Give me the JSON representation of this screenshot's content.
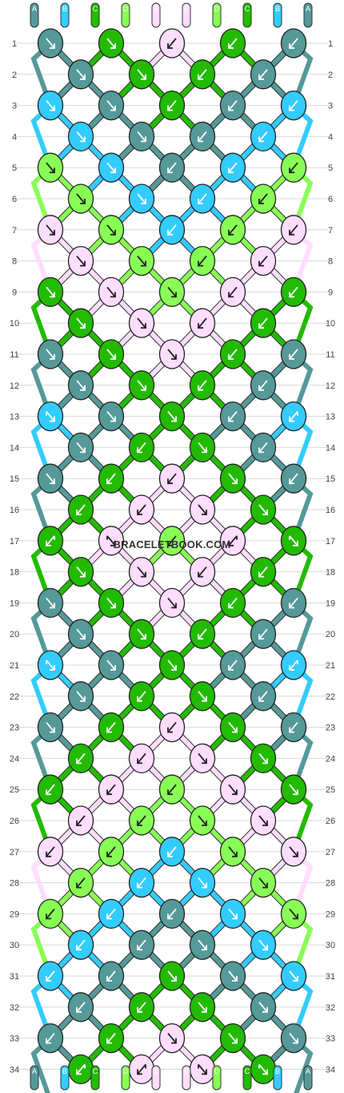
{
  "colors": {
    "A": "#559999",
    "B": "#33ccff",
    "C": "#22bb00",
    "D": "#88ff55",
    "E": "#ffddff"
  },
  "top_strands": [
    "A",
    "B",
    "C",
    "D",
    "E",
    "E",
    "D",
    "C",
    "B",
    "A"
  ],
  "bottom_strands": [
    "A",
    "B",
    "C",
    "D",
    "E",
    "E",
    "D",
    "C",
    "B",
    "A"
  ],
  "rows": [
    {
      "n": "1",
      "knots": [
        [
          "A",
          "r"
        ],
        [
          "C",
          "r"
        ],
        [
          "E",
          "l"
        ],
        [
          "C",
          "l"
        ],
        [
          "A",
          "l"
        ]
      ]
    },
    {
      "n": "2",
      "knots": [
        [
          "A",
          "r"
        ],
        [
          "C",
          "r"
        ],
        [
          "C",
          "l"
        ],
        [
          "A",
          "l"
        ]
      ]
    },
    {
      "n": "3",
      "knots": [
        [
          "B",
          "r"
        ],
        [
          "A",
          "r"
        ],
        [
          "C",
          "l"
        ],
        [
          "A",
          "l"
        ],
        [
          "B",
          "l"
        ]
      ]
    },
    {
      "n": "4",
      "knots": [
        [
          "B",
          "r"
        ],
        [
          "A",
          "r"
        ],
        [
          "A",
          "l"
        ],
        [
          "B",
          "l"
        ]
      ]
    },
    {
      "n": "5",
      "knots": [
        [
          "D",
          "r"
        ],
        [
          "B",
          "r"
        ],
        [
          "A",
          "l"
        ],
        [
          "B",
          "l"
        ],
        [
          "D",
          "l"
        ]
      ]
    },
    {
      "n": "6",
      "knots": [
        [
          "D",
          "r"
        ],
        [
          "B",
          "r"
        ],
        [
          "B",
          "l"
        ],
        [
          "D",
          "l"
        ]
      ]
    },
    {
      "n": "7",
      "knots": [
        [
          "E",
          "r"
        ],
        [
          "D",
          "r"
        ],
        [
          "B",
          "l"
        ],
        [
          "D",
          "l"
        ],
        [
          "E",
          "l"
        ]
      ]
    },
    {
      "n": "8",
      "knots": [
        [
          "E",
          "r"
        ],
        [
          "D",
          "r"
        ],
        [
          "D",
          "l"
        ],
        [
          "E",
          "l"
        ]
      ]
    },
    {
      "n": "9",
      "knots": [
        [
          "C",
          "r"
        ],
        [
          "E",
          "r"
        ],
        [
          "D",
          "r"
        ],
        [
          "E",
          "l"
        ],
        [
          "C",
          "l"
        ]
      ]
    },
    {
      "n": "10",
      "knots": [
        [
          "C",
          "r"
        ],
        [
          "E",
          "r"
        ],
        [
          "E",
          "l"
        ],
        [
          "C",
          "l"
        ]
      ]
    },
    {
      "n": "11",
      "knots": [
        [
          "A",
          "r"
        ],
        [
          "C",
          "r"
        ],
        [
          "E",
          "r"
        ],
        [
          "C",
          "l"
        ],
        [
          "A",
          "l"
        ]
      ]
    },
    {
      "n": "12",
      "knots": [
        [
          "A",
          "r"
        ],
        [
          "C",
          "r"
        ],
        [
          "C",
          "l"
        ],
        [
          "A",
          "l"
        ]
      ]
    },
    {
      "n": "13",
      "knots": [
        [
          "B",
          "rb"
        ],
        [
          "A",
          "r"
        ],
        [
          "C",
          "r"
        ],
        [
          "A",
          "l"
        ],
        [
          "B",
          "lb"
        ]
      ]
    },
    {
      "n": "14",
      "knots": [
        [
          "A",
          "r"
        ],
        [
          "C",
          "l"
        ],
        [
          "C",
          "r"
        ],
        [
          "A",
          "l"
        ]
      ]
    },
    {
      "n": "15",
      "knots": [
        [
          "A",
          "r"
        ],
        [
          "C",
          "l"
        ],
        [
          "E",
          "l"
        ],
        [
          "C",
          "r"
        ],
        [
          "A",
          "l"
        ]
      ]
    },
    {
      "n": "16",
      "knots": [
        [
          "C",
          "l"
        ],
        [
          "E",
          "l"
        ],
        [
          "E",
          "r"
        ],
        [
          "C",
          "r"
        ]
      ]
    },
    {
      "n": "17",
      "knots": [
        [
          "C",
          "lb"
        ],
        [
          "E",
          "rb"
        ],
        [
          "D",
          "l"
        ],
        [
          "E",
          "lb"
        ],
        [
          "C",
          "rb"
        ]
      ]
    },
    {
      "n": "18",
      "knots": [
        [
          "C",
          "r"
        ],
        [
          "E",
          "r"
        ],
        [
          "E",
          "l"
        ],
        [
          "C",
          "l"
        ]
      ]
    },
    {
      "n": "19",
      "knots": [
        [
          "A",
          "r"
        ],
        [
          "C",
          "r"
        ],
        [
          "E",
          "r"
        ],
        [
          "C",
          "l"
        ],
        [
          "A",
          "l"
        ]
      ]
    },
    {
      "n": "20",
      "knots": [
        [
          "A",
          "r"
        ],
        [
          "C",
          "r"
        ],
        [
          "C",
          "l"
        ],
        [
          "A",
          "l"
        ]
      ]
    },
    {
      "n": "21",
      "knots": [
        [
          "B",
          "rb"
        ],
        [
          "A",
          "r"
        ],
        [
          "C",
          "r"
        ],
        [
          "A",
          "l"
        ],
        [
          "B",
          "lb"
        ]
      ]
    },
    {
      "n": "22",
      "knots": [
        [
          "A",
          "r"
        ],
        [
          "C",
          "l"
        ],
        [
          "C",
          "r"
        ],
        [
          "A",
          "l"
        ]
      ]
    },
    {
      "n": "23",
      "knots": [
        [
          "A",
          "r"
        ],
        [
          "C",
          "l"
        ],
        [
          "E",
          "l"
        ],
        [
          "C",
          "r"
        ],
        [
          "A",
          "l"
        ]
      ]
    },
    {
      "n": "24",
      "knots": [
        [
          "C",
          "l"
        ],
        [
          "E",
          "l"
        ],
        [
          "E",
          "r"
        ],
        [
          "C",
          "r"
        ]
      ]
    },
    {
      "n": "25",
      "knots": [
        [
          "C",
          "l"
        ],
        [
          "E",
          "l"
        ],
        [
          "D",
          "l"
        ],
        [
          "E",
          "r"
        ],
        [
          "C",
          "r"
        ]
      ]
    },
    {
      "n": "26",
      "knots": [
        [
          "E",
          "l"
        ],
        [
          "D",
          "l"
        ],
        [
          "D",
          "r"
        ],
        [
          "E",
          "r"
        ]
      ]
    },
    {
      "n": "27",
      "knots": [
        [
          "E",
          "l"
        ],
        [
          "D",
          "l"
        ],
        [
          "B",
          "l"
        ],
        [
          "D",
          "r"
        ],
        [
          "E",
          "r"
        ]
      ]
    },
    {
      "n": "28",
      "knots": [
        [
          "D",
          "l"
        ],
        [
          "B",
          "l"
        ],
        [
          "B",
          "r"
        ],
        [
          "D",
          "r"
        ]
      ]
    },
    {
      "n": "29",
      "knots": [
        [
          "D",
          "l"
        ],
        [
          "B",
          "l"
        ],
        [
          "A",
          "l"
        ],
        [
          "B",
          "r"
        ],
        [
          "D",
          "r"
        ]
      ]
    },
    {
      "n": "30",
      "knots": [
        [
          "B",
          "l"
        ],
        [
          "A",
          "l"
        ],
        [
          "A",
          "r"
        ],
        [
          "B",
          "r"
        ]
      ]
    },
    {
      "n": "31",
      "knots": [
        [
          "B",
          "l"
        ],
        [
          "A",
          "l"
        ],
        [
          "C",
          "r"
        ],
        [
          "A",
          "r"
        ],
        [
          "B",
          "r"
        ]
      ]
    },
    {
      "n": "32",
      "knots": [
        [
          "A",
          "l"
        ],
        [
          "C",
          "l"
        ],
        [
          "C",
          "r"
        ],
        [
          "A",
          "r"
        ]
      ]
    },
    {
      "n": "33",
      "knots": [
        [
          "A",
          "l"
        ],
        [
          "C",
          "l"
        ],
        [
          "E",
          "r"
        ],
        [
          "C",
          "r"
        ],
        [
          "A",
          "r"
        ]
      ]
    },
    {
      "n": "34",
      "knots": [
        [
          "C",
          "lb"
        ],
        [
          "E",
          "lb"
        ],
        [
          "E",
          "rb"
        ],
        [
          "C",
          "rb"
        ]
      ]
    }
  ],
  "watermark": "BRACELETBOOK.COM"
}
